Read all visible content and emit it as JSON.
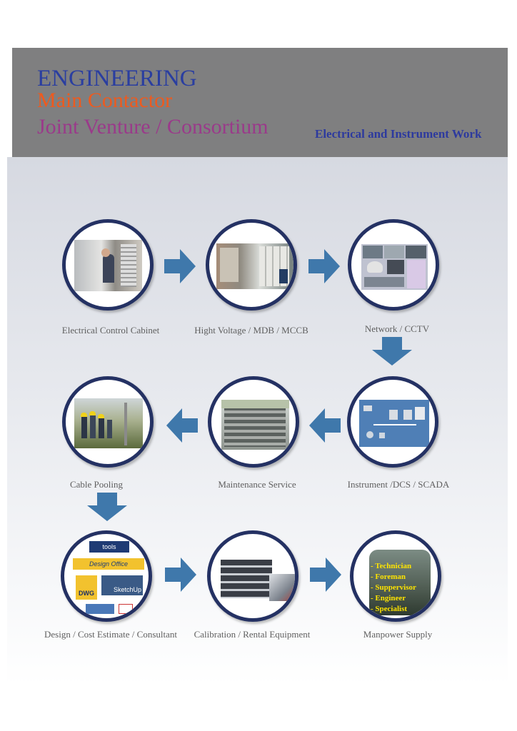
{
  "header": {
    "line1": "ENGINEERING",
    "line2": "Main Contactor",
    "line3": "Joint Venture / Consortium",
    "line4": "Electrical and Instrument Work"
  },
  "services": [
    {
      "label": "Electrical Control Cabinet"
    },
    {
      "label": "Hight Voltage / MDB / MCCB"
    },
    {
      "label": "Network / CCTV"
    },
    {
      "label": "Instrument /DCS / SCADA"
    },
    {
      "label": "Maintenance Service"
    },
    {
      "label": "Cable Pooling"
    },
    {
      "label": "Design / Cost Estimate / Consultant"
    },
    {
      "label": "Calibration / Rental Equipment"
    },
    {
      "label": "Manpower Supply"
    }
  ],
  "software_logos": [
    "tools",
    "Design Office",
    "DWG",
    "SketchUp"
  ],
  "manpower_list": [
    "- Technician",
    "- Foreman",
    "- Suppervisor",
    "- Engineer",
    "- Specialist"
  ],
  "colors": {
    "header_bg": "#7f7f80",
    "title_blue": "#2a3ea0",
    "title_orange": "#ee5a1e",
    "title_purple": "#9a3a8a",
    "ring": "#243163",
    "arrow": "#3f78ab",
    "manpower_text": "#ffe400"
  }
}
